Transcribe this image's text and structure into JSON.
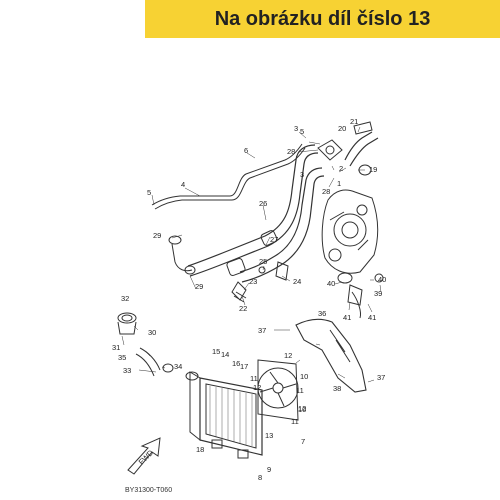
{
  "banner": {
    "text": "Na obrázku díl číslo 13",
    "color": "#f7d233"
  },
  "diagram": {
    "fwd_label": "FWD",
    "drawing_code": "BY31300-T060",
    "callouts": [
      {
        "id": "c1",
        "text": "1"
      },
      {
        "id": "c2",
        "text": "2"
      },
      {
        "id": "c3a",
        "text": "3"
      },
      {
        "id": "c3b",
        "text": "3"
      },
      {
        "id": "c4",
        "text": "4"
      },
      {
        "id": "c5a",
        "text": "5"
      },
      {
        "id": "c5b",
        "text": "5"
      },
      {
        "id": "c6",
        "text": "6"
      },
      {
        "id": "c7",
        "text": "7"
      },
      {
        "id": "c8",
        "text": "8"
      },
      {
        "id": "c9",
        "text": "9"
      },
      {
        "id": "c10a",
        "text": "10"
      },
      {
        "id": "c10b",
        "text": "10"
      },
      {
        "id": "c11a",
        "text": "11"
      },
      {
        "id": "c11b",
        "text": "11"
      },
      {
        "id": "c11c",
        "text": "11"
      },
      {
        "id": "c12a",
        "text": "12"
      },
      {
        "id": "c12b",
        "text": "12"
      },
      {
        "id": "c12c",
        "text": "12"
      },
      {
        "id": "c13",
        "text": "13"
      },
      {
        "id": "c14",
        "text": "14"
      },
      {
        "id": "c15",
        "text": "15"
      },
      {
        "id": "c16",
        "text": "16"
      },
      {
        "id": "c17",
        "text": "17"
      },
      {
        "id": "c18",
        "text": "18"
      },
      {
        "id": "c19",
        "text": "19"
      },
      {
        "id": "c20",
        "text": "20"
      },
      {
        "id": "c21",
        "text": "21"
      },
      {
        "id": "c22",
        "text": "22"
      },
      {
        "id": "c23",
        "text": "23"
      },
      {
        "id": "c24",
        "text": "24"
      },
      {
        "id": "c25",
        "text": "25"
      },
      {
        "id": "c26",
        "text": "26"
      },
      {
        "id": "c27",
        "text": "27"
      },
      {
        "id": "c28a",
        "text": "28"
      },
      {
        "id": "c28b",
        "text": "28"
      },
      {
        "id": "c29a",
        "text": "29"
      },
      {
        "id": "c29b",
        "text": "29"
      },
      {
        "id": "c30",
        "text": "30"
      },
      {
        "id": "c31",
        "text": "31"
      },
      {
        "id": "c32",
        "text": "32"
      },
      {
        "id": "c33",
        "text": "33"
      },
      {
        "id": "c34",
        "text": "34"
      },
      {
        "id": "c35",
        "text": "35"
      },
      {
        "id": "c36",
        "text": "36"
      },
      {
        "id": "c37a",
        "text": "37"
      },
      {
        "id": "c37b",
        "text": "37"
      },
      {
        "id": "c38",
        "text": "38"
      },
      {
        "id": "c39",
        "text": "39"
      },
      {
        "id": "c40a",
        "text": "40"
      },
      {
        "id": "c40b",
        "text": "40"
      },
      {
        "id": "c41a",
        "text": "41"
      },
      {
        "id": "c41b",
        "text": "41"
      }
    ]
  }
}
